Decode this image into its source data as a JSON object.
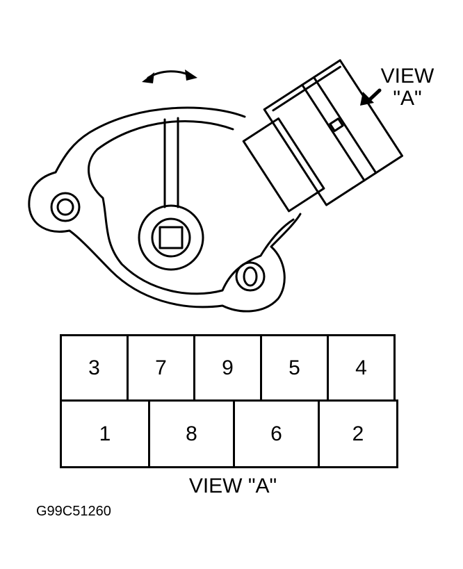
{
  "view_label_top_line1": "VIEW",
  "view_label_top_line2": "\"A\"",
  "view_label_bottom": "VIEW \"A\"",
  "figure_code": "G99C51260",
  "connector_pins": {
    "top_row": [
      "3",
      "7",
      "9",
      "5",
      "4"
    ],
    "bottom_row": [
      "1",
      "8",
      "6",
      "2"
    ]
  },
  "icons": [
    "rotation-arrow-icon",
    "view-direction-arrow-icon"
  ]
}
